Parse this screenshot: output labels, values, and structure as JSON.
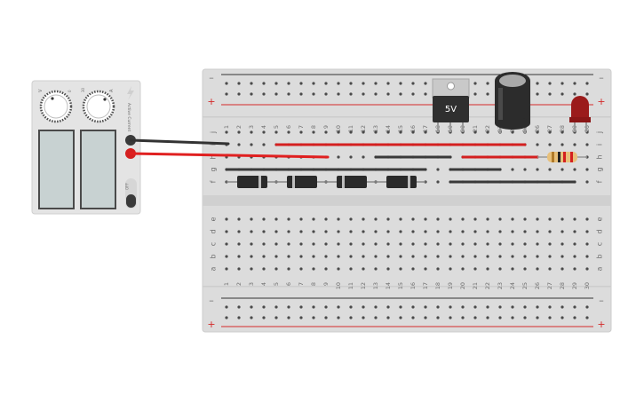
{
  "power_supply": {
    "knob_left_label": "V",
    "knob_right_label": "A",
    "knob_scale_left": "0",
    "knob_scale_right": "30",
    "side_label": "Active Current",
    "off_label": "OFF"
  },
  "breadboard": {
    "rail_minus": "–",
    "rail_plus": "+",
    "top_rows": [
      "j",
      "i",
      "h",
      "g",
      "f"
    ],
    "bottom_rows": [
      "e",
      "d",
      "c",
      "b",
      "a"
    ],
    "columns": [
      "1",
      "2",
      "3",
      "4",
      "5",
      "6",
      "7",
      "8",
      "9",
      "10",
      "11",
      "12",
      "13",
      "14",
      "15",
      "16",
      "17",
      "18",
      "19",
      "20",
      "21",
      "22",
      "23",
      "24",
      "25",
      "26",
      "27",
      "28",
      "29",
      "30"
    ]
  },
  "components": {
    "regulator_label": "5V"
  },
  "colors": {
    "wire_red": "#e02020",
    "wire_black": "#333333",
    "board": "#dcdcdc",
    "hole": "#4a4a4a",
    "rail_red": "#d42a2a",
    "led": "#9b1b1b",
    "diode": "#2a2a2a"
  }
}
